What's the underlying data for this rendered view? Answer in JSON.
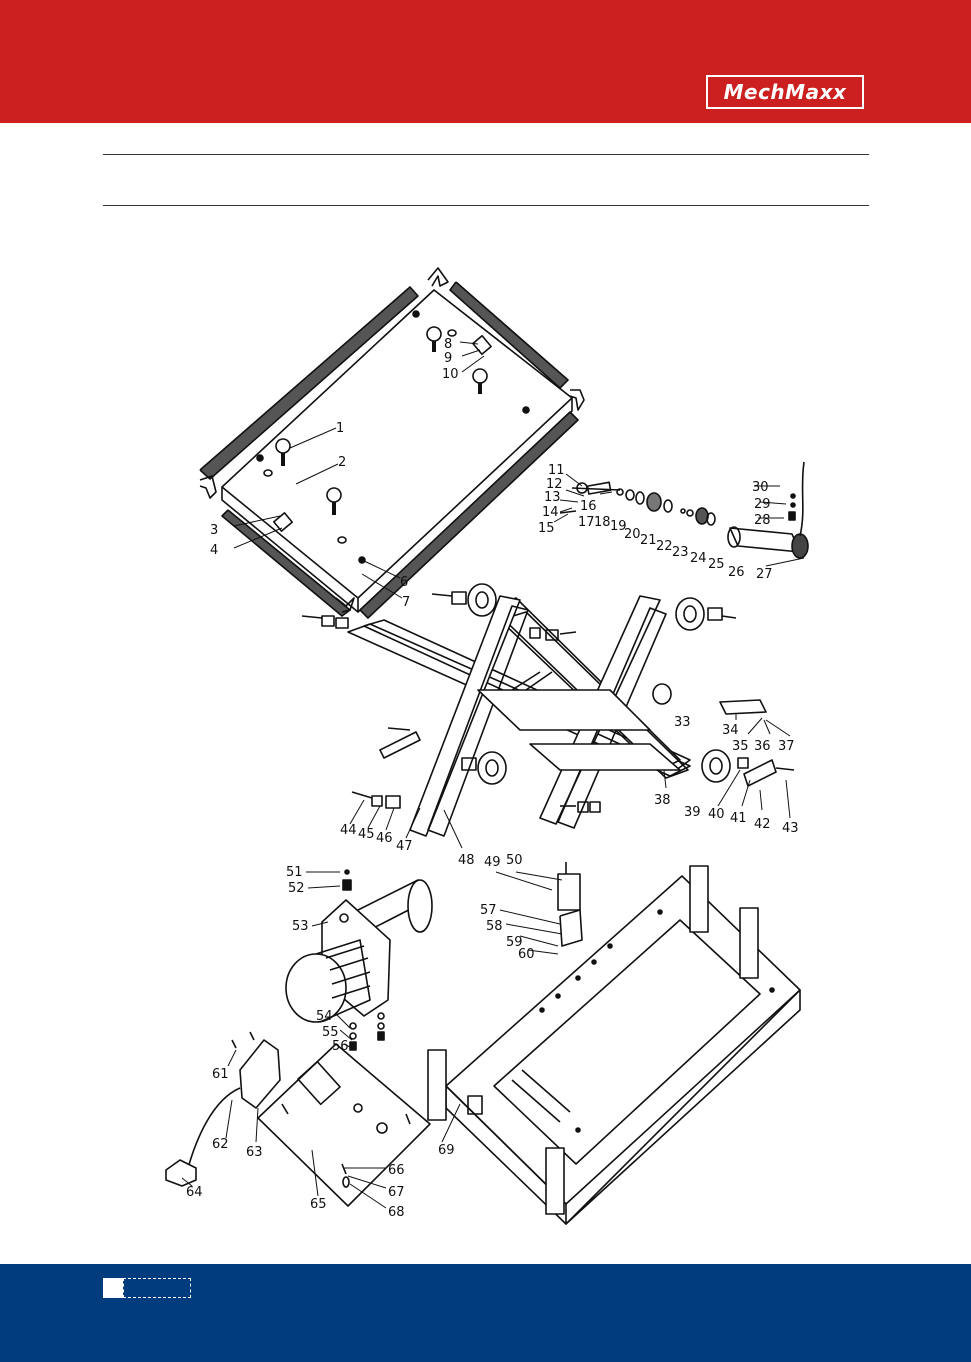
{
  "brand": {
    "logo_text": "MechMaxx",
    "header_color": "#cc1f1f",
    "footer_color": "#003c7e"
  },
  "part_labels": [
    "1",
    "2",
    "3",
    "4",
    "6",
    "7",
    "8",
    "9",
    "10",
    "11",
    "12",
    "13",
    "14",
    "15",
    "16",
    "17",
    "18",
    "19",
    "20",
    "21",
    "22",
    "23",
    "24",
    "25",
    "26",
    "27",
    "28",
    "29",
    "30",
    "33",
    "34",
    "35",
    "36",
    "37",
    "38",
    "39",
    "40",
    "41",
    "42",
    "43",
    "44",
    "45",
    "46",
    "47",
    "48",
    "49",
    "50",
    "51",
    "52",
    "53",
    "54",
    "55",
    "56",
    "57",
    "58",
    "59",
    "60",
    "61",
    "62",
    "63",
    "64",
    "65",
    "66",
    "67",
    "68",
    "69"
  ]
}
